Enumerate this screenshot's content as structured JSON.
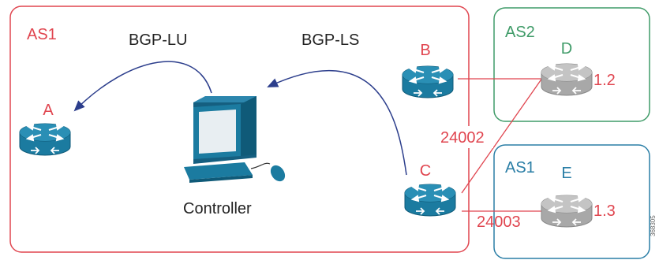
{
  "domains": {
    "as1_main": {
      "label": "AS1",
      "color": "#e0454f"
    },
    "as2": {
      "label": "AS2",
      "color": "#3f9b68"
    },
    "as1_remote": {
      "label": "AS1",
      "color": "#2a7ea6"
    }
  },
  "protocols": {
    "bgp_lu": "BGP-LU",
    "bgp_ls": "BGP-LS"
  },
  "routers": {
    "a": {
      "label": "A",
      "fill": "#1b7ba0",
      "label_color": "#e0454f"
    },
    "b": {
      "label": "B",
      "fill": "#1b7ba0",
      "label_color": "#e0454f"
    },
    "c": {
      "label": "C",
      "fill": "#1b7ba0",
      "label_color": "#e0454f"
    },
    "d": {
      "label": "D",
      "fill": "#a8a8a8",
      "label_color": "#3f9b68",
      "address": "1.2"
    },
    "e": {
      "label": "E",
      "fill": "#a8a8a8",
      "label_color": "#2a7ea6",
      "address": "1.3"
    }
  },
  "controller": {
    "label": "Controller",
    "color": "#1b7ba0"
  },
  "links": {
    "c_to_d_label": "24002",
    "c_to_e_label": "24003",
    "color": "#e0454f"
  },
  "figure_id": "368305",
  "arrow_color": "#2c3e8c"
}
